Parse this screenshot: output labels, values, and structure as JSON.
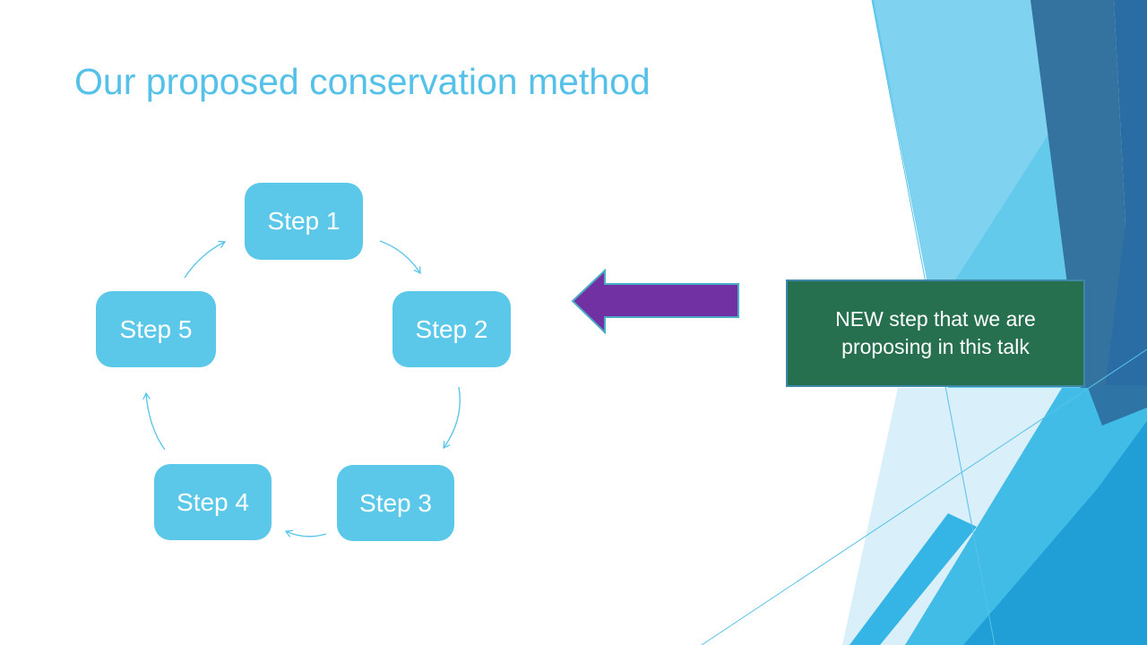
{
  "slide": {
    "title": "Our proposed conservation method",
    "title_color": "#55C0E8",
    "background_color": "#FFFFFF"
  },
  "diagram": {
    "type": "cycle",
    "steps": [
      {
        "label": "Step 1"
      },
      {
        "label": "Step 2"
      },
      {
        "label": "Step 3"
      },
      {
        "label": "Step 4"
      },
      {
        "label": "Step 5"
      }
    ],
    "box_color": "#5BC8EA",
    "box_text_color": "#FFFFFF",
    "connector_color": "#5BC6E9",
    "flow": "Step 1 → Step 2 → Step 3 → Step 4 → Step 5 → Step 1"
  },
  "callout": {
    "text": "NEW step that we are proposing in this talk",
    "background_color": "#27704F",
    "border_color": "#3E87A8",
    "text_color": "#FFFFFF"
  },
  "pointer_arrow": {
    "direction": "left",
    "fill_color": "#7231A3",
    "outline_color": "#4BACC6",
    "points_from": "callout box",
    "points_to": "cycle diagram (between Step 1 and Step 2)"
  },
  "decor_colors": {
    "band_light": "#7FD3F0",
    "band_mid": "#64CAEC",
    "dark_blue_1": "#34739F",
    "dark_blue_2": "#2A6CA4",
    "pale_blue": "#D9EFFA",
    "bright_blue_1": "#41BCE7",
    "bright_blue_2": "#1F9FD6",
    "bright_blue_3": "#35B5E5",
    "thin_line": "#56C1E8"
  }
}
